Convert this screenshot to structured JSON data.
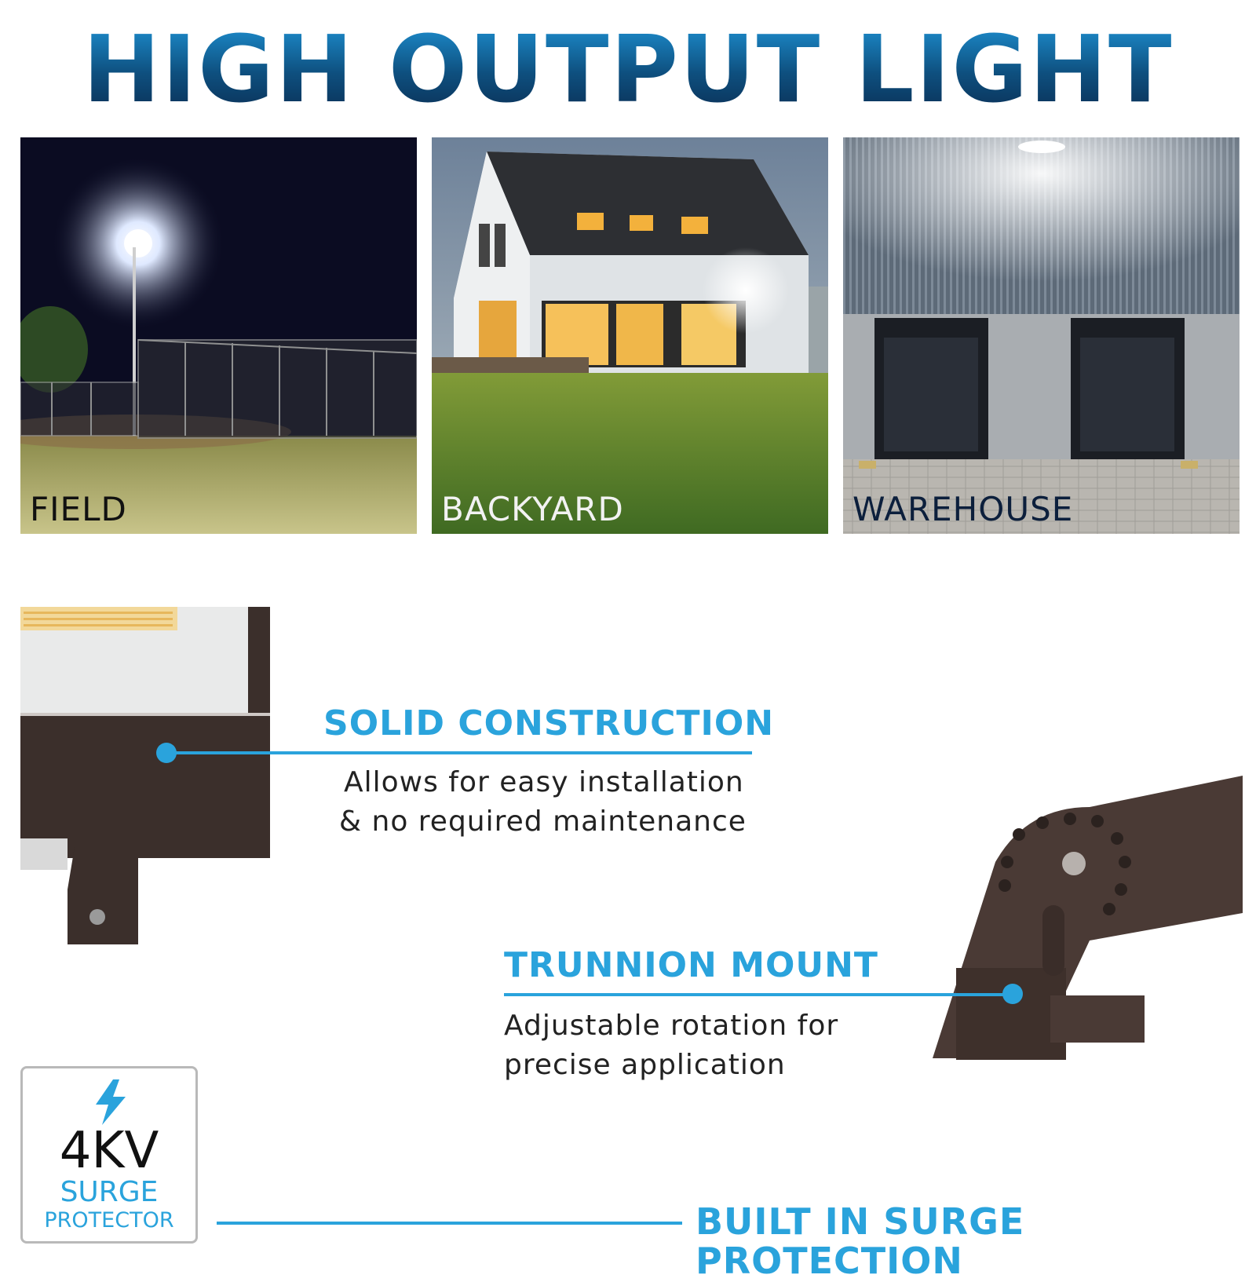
{
  "headline": "HIGH OUTPUT LIGHT",
  "panels": [
    {
      "label": "FIELD"
    },
    {
      "label": "BACKYARD"
    },
    {
      "label": "WAREHOUSE"
    }
  ],
  "features": {
    "solid": {
      "title": "SOLID CONSTRUCTION",
      "line1": "Allows for easy installation",
      "line2": "& no required maintenance"
    },
    "trunnion": {
      "title": "TRUNNION MOUNT",
      "line1": "Adjustable rotation for",
      "line2": "precise application"
    },
    "surge": {
      "title": "BUILT IN SURGE PROTECTION"
    }
  },
  "badge": {
    "icon": "lightning-bolt-icon",
    "kv": "4KV",
    "surge": "SURGE",
    "protector": "PROTECTOR"
  },
  "colors": {
    "accent": "#2aa3dc",
    "headline_dark": "#0a2f55",
    "fixture_body": "#3b2f2b"
  }
}
